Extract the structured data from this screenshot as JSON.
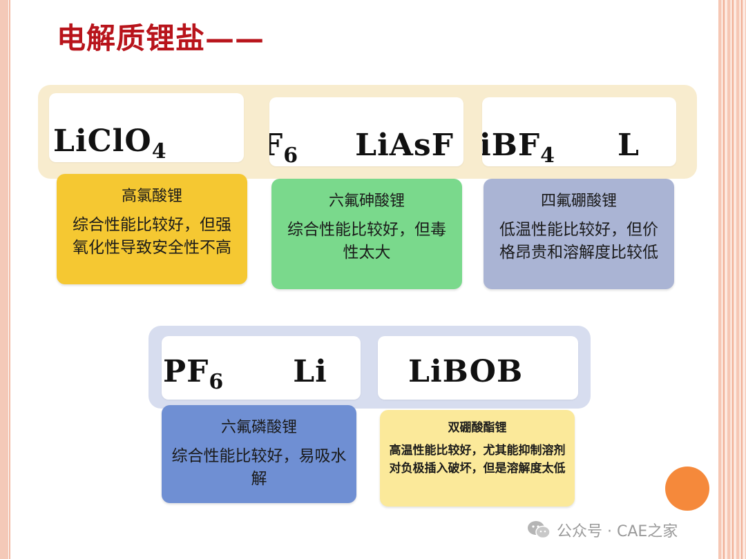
{
  "title": "电解质锂盐——",
  "formulas": [
    {
      "main": "LiClO",
      "sub": "4"
    },
    {
      "pre": "F",
      "presub": "6",
      "main": "LiAsF",
      "sub": ""
    },
    {
      "main": "iBF",
      "sub": "4",
      "post": "L"
    },
    {
      "main": "PF",
      "sub": "6",
      "post": "Li"
    },
    {
      "main": "LiBOB",
      "sub": ""
    }
  ],
  "cards": [
    {
      "name": "高氯酸锂",
      "desc": "综合性能比较好，但强氧化性导致安全性不高"
    },
    {
      "name": "六氟砷酸锂",
      "desc": "综合性能比较好，但毒性太大"
    },
    {
      "name": "四氟硼酸锂",
      "desc": "低温性能比较好，但价格昂贵和溶解度比较低"
    },
    {
      "name": "六氟磷酸锂",
      "desc": "综合性能比较好，易吸水解"
    },
    {
      "name": "双硼酸酯锂",
      "desc": "高温性能比较好，尤其能抑制溶剂对负极插入破坏，但是溶解度太低"
    }
  ],
  "watermark": {
    "text": "公众号 · CAE之家",
    "icon": "wechat-icon"
  },
  "colors": {
    "title": "#b8141b",
    "card1": "#f5c832",
    "card2": "#7ad98c",
    "card3": "#aab4d4",
    "card4": "#6f8fd3",
    "card5": "#fbe99a",
    "accent": "#f5893b"
  }
}
